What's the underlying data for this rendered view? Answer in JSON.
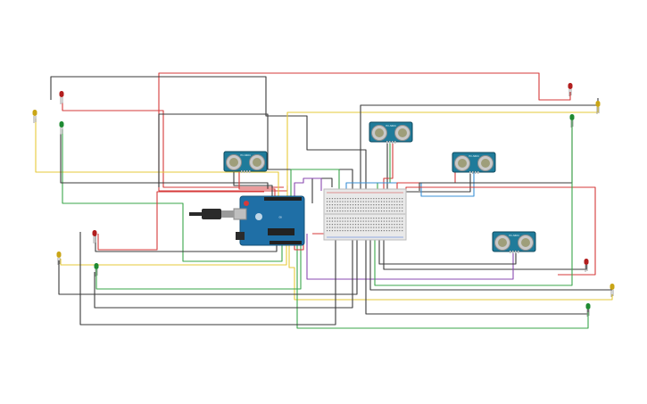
{
  "colors": {
    "background": "#ffffff",
    "wire_red": "#d63a3a",
    "wire_black": "#3a3a3a",
    "wire_yellow": "#e6c93a",
    "wire_green": "#3aa64a",
    "wire_blue": "#3a8fd6",
    "wire_purple": "#8a4ab0",
    "arduino_board": "#1f6fa6",
    "sensor_board": "#1f7b9a",
    "breadboard": "#e9e9e9",
    "led_red": "#b21e1e",
    "led_yellow": "#c9a516",
    "led_green": "#1e8a32"
  },
  "components": {
    "arduino": {
      "name": "arduino-uno",
      "usb_icon": "usb-cable-icon"
    },
    "breadboard": {
      "name": "breadboard-mini"
    },
    "ultrasonic_sensors": [
      {
        "name": "ultrasonic-sensor-1",
        "label": "HC-SR04"
      },
      {
        "name": "ultrasonic-sensor-2",
        "label": "HC-SR04"
      },
      {
        "name": "ultrasonic-sensor-3",
        "label": "HC-SR04"
      },
      {
        "name": "ultrasonic-sensor-4",
        "label": "HC-SR04"
      }
    ],
    "leds": [
      {
        "name": "led-red-1",
        "color": "red"
      },
      {
        "name": "led-yellow-1",
        "color": "yellow"
      },
      {
        "name": "led-green-1",
        "color": "green"
      },
      {
        "name": "led-red-2",
        "color": "red"
      },
      {
        "name": "led-yellow-2",
        "color": "yellow"
      },
      {
        "name": "led-green-2",
        "color": "green"
      },
      {
        "name": "led-red-3",
        "color": "red"
      },
      {
        "name": "led-yellow-3",
        "color": "yellow"
      },
      {
        "name": "led-green-3",
        "color": "green"
      },
      {
        "name": "led-red-4",
        "color": "red"
      },
      {
        "name": "led-yellow-4",
        "color": "yellow"
      },
      {
        "name": "led-green-4",
        "color": "green"
      }
    ]
  }
}
